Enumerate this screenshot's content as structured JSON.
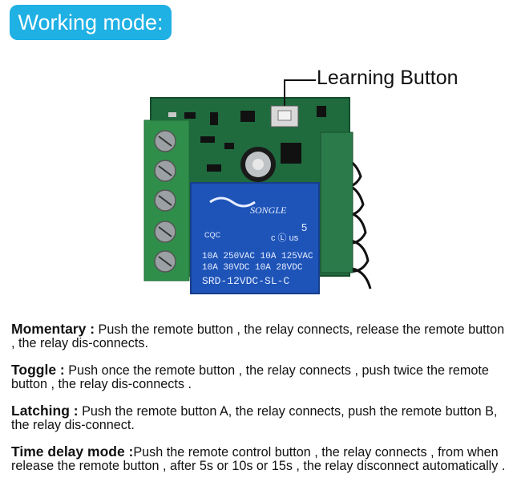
{
  "header": {
    "badge_label": "Working mode:"
  },
  "diagram": {
    "callout_label": "Learning Button"
  },
  "relay": {
    "brand": "SONGLE",
    "line1": "10A 250VAC  10A 125VAC",
    "line2": "10A  30VDC  10A  28VDC",
    "model": "SRD-12VDC-SL-C",
    "mark_ce": "CQC",
    "mark_number": "5",
    "mark_us": "c Ⓛ us"
  },
  "modes": [
    {
      "name": "Momentary :",
      "text": " Push the remote button , the relay connects, release the remote button , the relay dis-connects."
    },
    {
      "name": "Toggle :",
      "text": " Push once the remote button , the relay connects , push twice the remote button , the relay dis-connects ."
    },
    {
      "name": "Latching :",
      "text": " Push the remote button A, the relay connects, push the remote button B, the relay dis-connect."
    },
    {
      "name": "Time delay mode :",
      "text": "Push the remote control button , the relay connects , from when release the remote button , after 5s or 10s or 15s , the relay disconnect automatically ."
    }
  ]
}
